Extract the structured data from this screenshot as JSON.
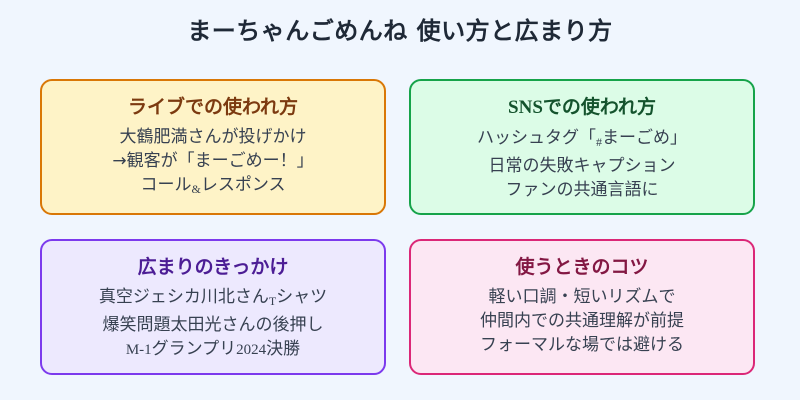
{
  "title": "まーちゃんごめんね 使い方と広まり方",
  "cards": [
    {
      "id": "live",
      "heading": "ライブでの使われ方",
      "heading_color": "#7c3a10",
      "border_color": "#d97706",
      "background": "#fef3c7",
      "lines": [
        {
          "parts": [
            {
              "text": "大鶴肥満さんが投げかけ"
            }
          ]
        },
        {
          "parts": [
            {
              "text": "→観客が「まーごめー！」"
            }
          ]
        },
        {
          "parts": [
            {
              "text": "コール"
            },
            {
              "text": "&",
              "style": "small"
            },
            {
              "text": "レスポンス"
            }
          ]
        }
      ]
    },
    {
      "id": "sns",
      "heading_parts": [
        {
          "text": "SNS",
          "style": "latin"
        },
        {
          "text": "での使われ方"
        }
      ],
      "heading": "SNSでの使われ方",
      "heading_color": "#14532d",
      "border_color": "#16a34a",
      "background": "#dcfce7",
      "lines": [
        {
          "parts": [
            {
              "text": "ハッシュタグ「"
            },
            {
              "text": "#",
              "style": "small"
            },
            {
              "text": "まーごめ」"
            }
          ]
        },
        {
          "parts": [
            {
              "text": "日常の失敗キャプション"
            }
          ]
        },
        {
          "parts": [
            {
              "text": "ファンの共通言語に"
            }
          ]
        }
      ]
    },
    {
      "id": "spread",
      "heading": "広まりのきっかけ",
      "heading_color": "#4c1d95",
      "border_color": "#7c3aed",
      "background": "#ede9fe",
      "lines": [
        {
          "parts": [
            {
              "text": "真空ジェシカ川北さん"
            },
            {
              "text": "T",
              "style": "small"
            },
            {
              "text": "シャツ"
            }
          ]
        },
        {
          "parts": [
            {
              "text": "爆笑問題太田光さんの後押し"
            }
          ]
        },
        {
          "parts": [
            {
              "text": "M-1",
              "style": "latin"
            },
            {
              "text": "グランプリ"
            },
            {
              "text": "2024",
              "style": "latin"
            },
            {
              "text": "決勝"
            }
          ]
        }
      ]
    },
    {
      "id": "tips",
      "heading": "使うときのコツ",
      "heading_color": "#831843",
      "border_color": "#db2777",
      "background": "#fce7f3",
      "lines": [
        {
          "parts": [
            {
              "text": "軽い口調・短いリズムで"
            }
          ]
        },
        {
          "parts": [
            {
              "text": "仲間内での共通理解が前提"
            }
          ]
        },
        {
          "parts": [
            {
              "text": "フォーマルな場では避ける"
            }
          ]
        }
      ]
    }
  ]
}
